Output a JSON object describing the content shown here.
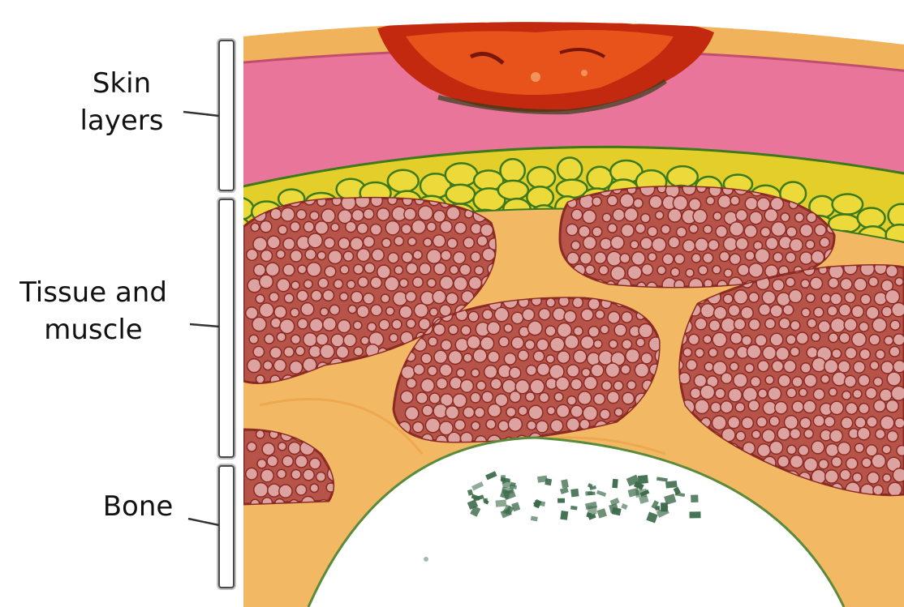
{
  "labels": {
    "skin_line1": "Skin",
    "skin_line2": "layers",
    "tissue_line1": "Tissue and",
    "tissue_line2": "muscle",
    "bone": "Bone"
  },
  "colors": {
    "background": "#ffffff",
    "wound_dark": "#c2290e",
    "wound_light": "#e8531c",
    "epidermis": "#f0b25a",
    "dermis": "#e9759a",
    "fat_fill": "#e4cf2a",
    "fat_border": "#3d7a1c",
    "connective_tissue": "#f3b864",
    "muscle_fill": "#b7544a",
    "muscle_cell": "#dda3a0",
    "muscle_border": "#8b2a24",
    "bone_outline": "#5a8a3a",
    "marrow": "#3c6b4a",
    "bracket_border": "#666666"
  }
}
